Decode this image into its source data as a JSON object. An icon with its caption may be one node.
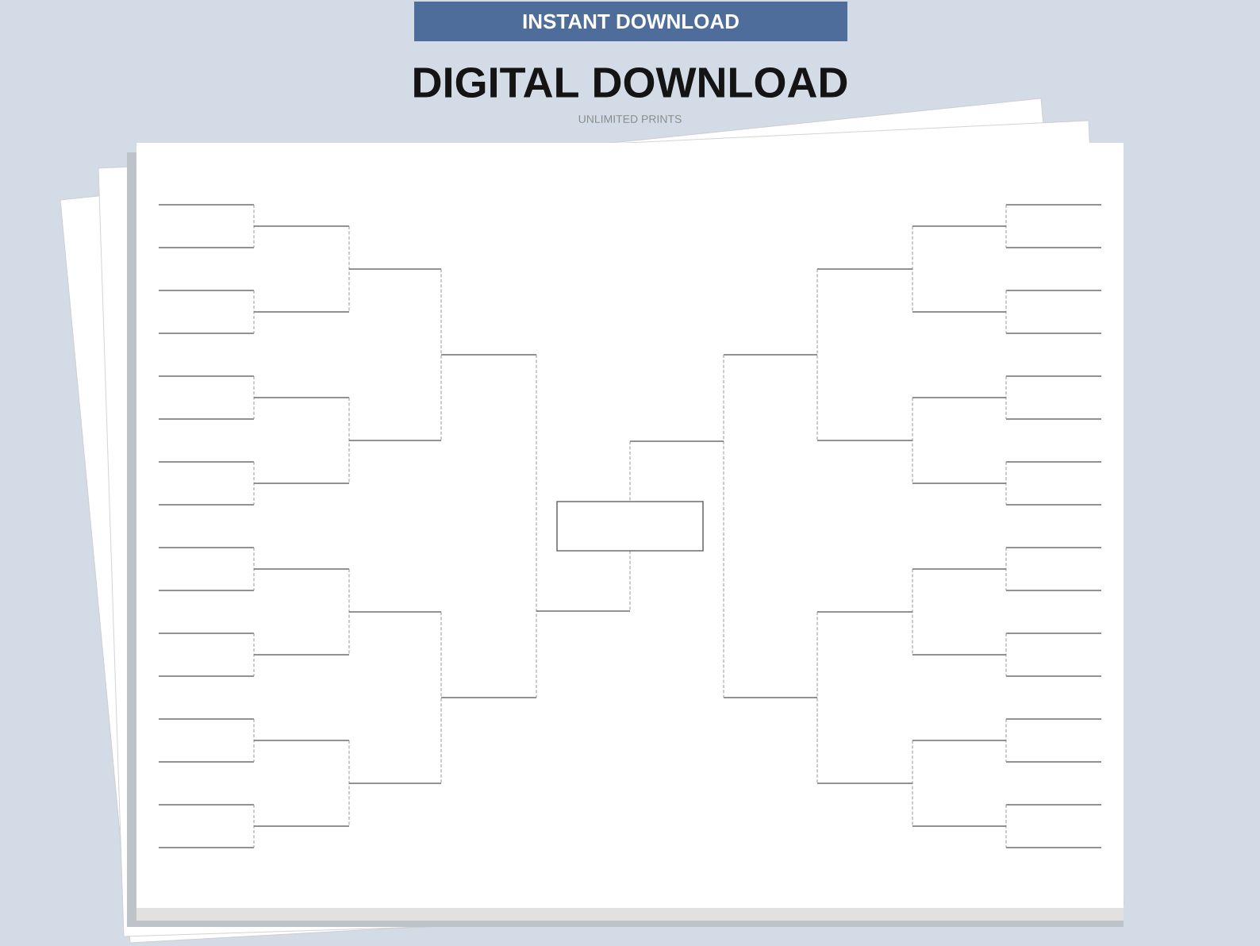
{
  "diagram": {
    "title": "DIGITAL DOWNLOAD",
    "nodes": [
      {
        "text": [
          "INSTANT DOWNLOAD"
        ]
      }
    ],
    "labels": [
      "UNLIMITED PRINTS"
    ]
  }
}
